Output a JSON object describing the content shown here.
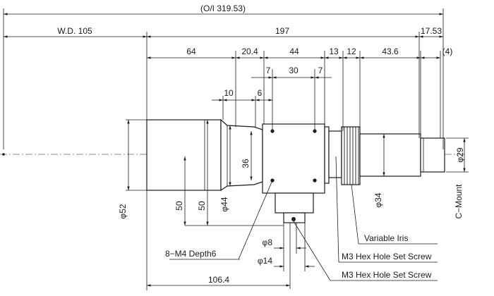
{
  "dims": {
    "total_length": "(O/I 319.53)",
    "working_distance": "W.D. 105",
    "lens_length": "197",
    "flange_back": "17.53",
    "front_barrel": "64",
    "d_20_4": "20.4",
    "d_44": "44",
    "d_13": "13",
    "d_12": "12",
    "d_43_6": "43.6",
    "d_4": "(4)",
    "d_7_left": "7",
    "d_30": "30",
    "d_7_right": "7",
    "d_10": "10",
    "d_6": "6",
    "dia_52": "φ52",
    "d_50_outer": "50",
    "d_50_inner": "50",
    "dia_44": "φ44",
    "d_36": "36",
    "dia_34": "φ34",
    "dia_29": "φ29",
    "dia_8": "φ8",
    "dia_14": "φ14",
    "d_106_4": "106.4"
  },
  "callouts": {
    "mount_holes": "8−M4 Depth6",
    "variable_iris": "Variable Iris",
    "set_screw_1": "M3 Hex Hole Set Screw",
    "set_screw_2": "M3 Hex Hole Set Screw",
    "c_mount": "C−Mount"
  }
}
